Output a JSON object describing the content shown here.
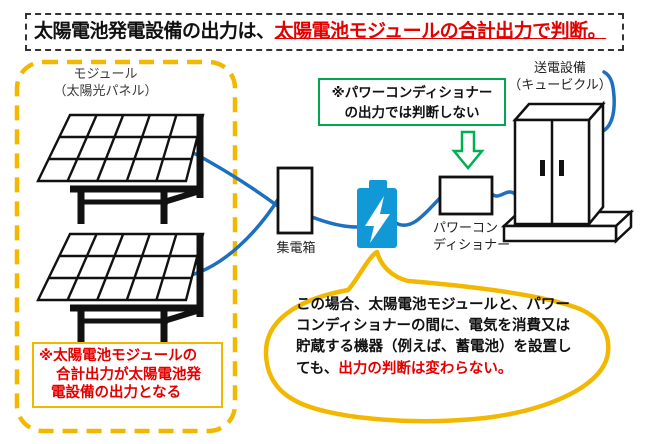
{
  "title": {
    "normal": "太陽電池発電設備の出力は、",
    "highlight": "太陽電池モジュールの合計出力で判断。"
  },
  "module_area": {
    "label_line1": "モジュール",
    "label_line2": "（太陽光パネル）",
    "note_line1": "※太陽電池モジュールの",
    "note_line2": "合計出力が太陽電池発",
    "note_line3": "電設備の出力となる"
  },
  "green_note": {
    "line1": "※パワーコンディショナー",
    "line2": "の出力では判断しない"
  },
  "components": {
    "collector_box_label": "集電箱",
    "power_conditioner_label_line1": "パワーコン",
    "power_conditioner_label_line2": "ディショナー",
    "transmission_label_line1": "送電設備",
    "transmission_label_line2": "（キュービクル）"
  },
  "bubble": {
    "line1": "この場合、太陽電池モジュールと、パワー",
    "line2": "コンディショナーの間に、電気を消費又は",
    "line3": "貯蔵する機器（例えば、蓄電池）を設置し",
    "line4_black": "ても、",
    "line4_red": "出力の判断は変わらない。"
  },
  "icons": {
    "battery": "battery-icon",
    "lightning": "lightning-bolt-icon",
    "down_arrow": "down-arrow-icon"
  },
  "colors": {
    "accent_gold": "#F2B800",
    "wire_blue": "#1D6FBF",
    "battery_blue": "#1099D6",
    "note_green": "#00A650",
    "alert_red": "#E50000"
  }
}
